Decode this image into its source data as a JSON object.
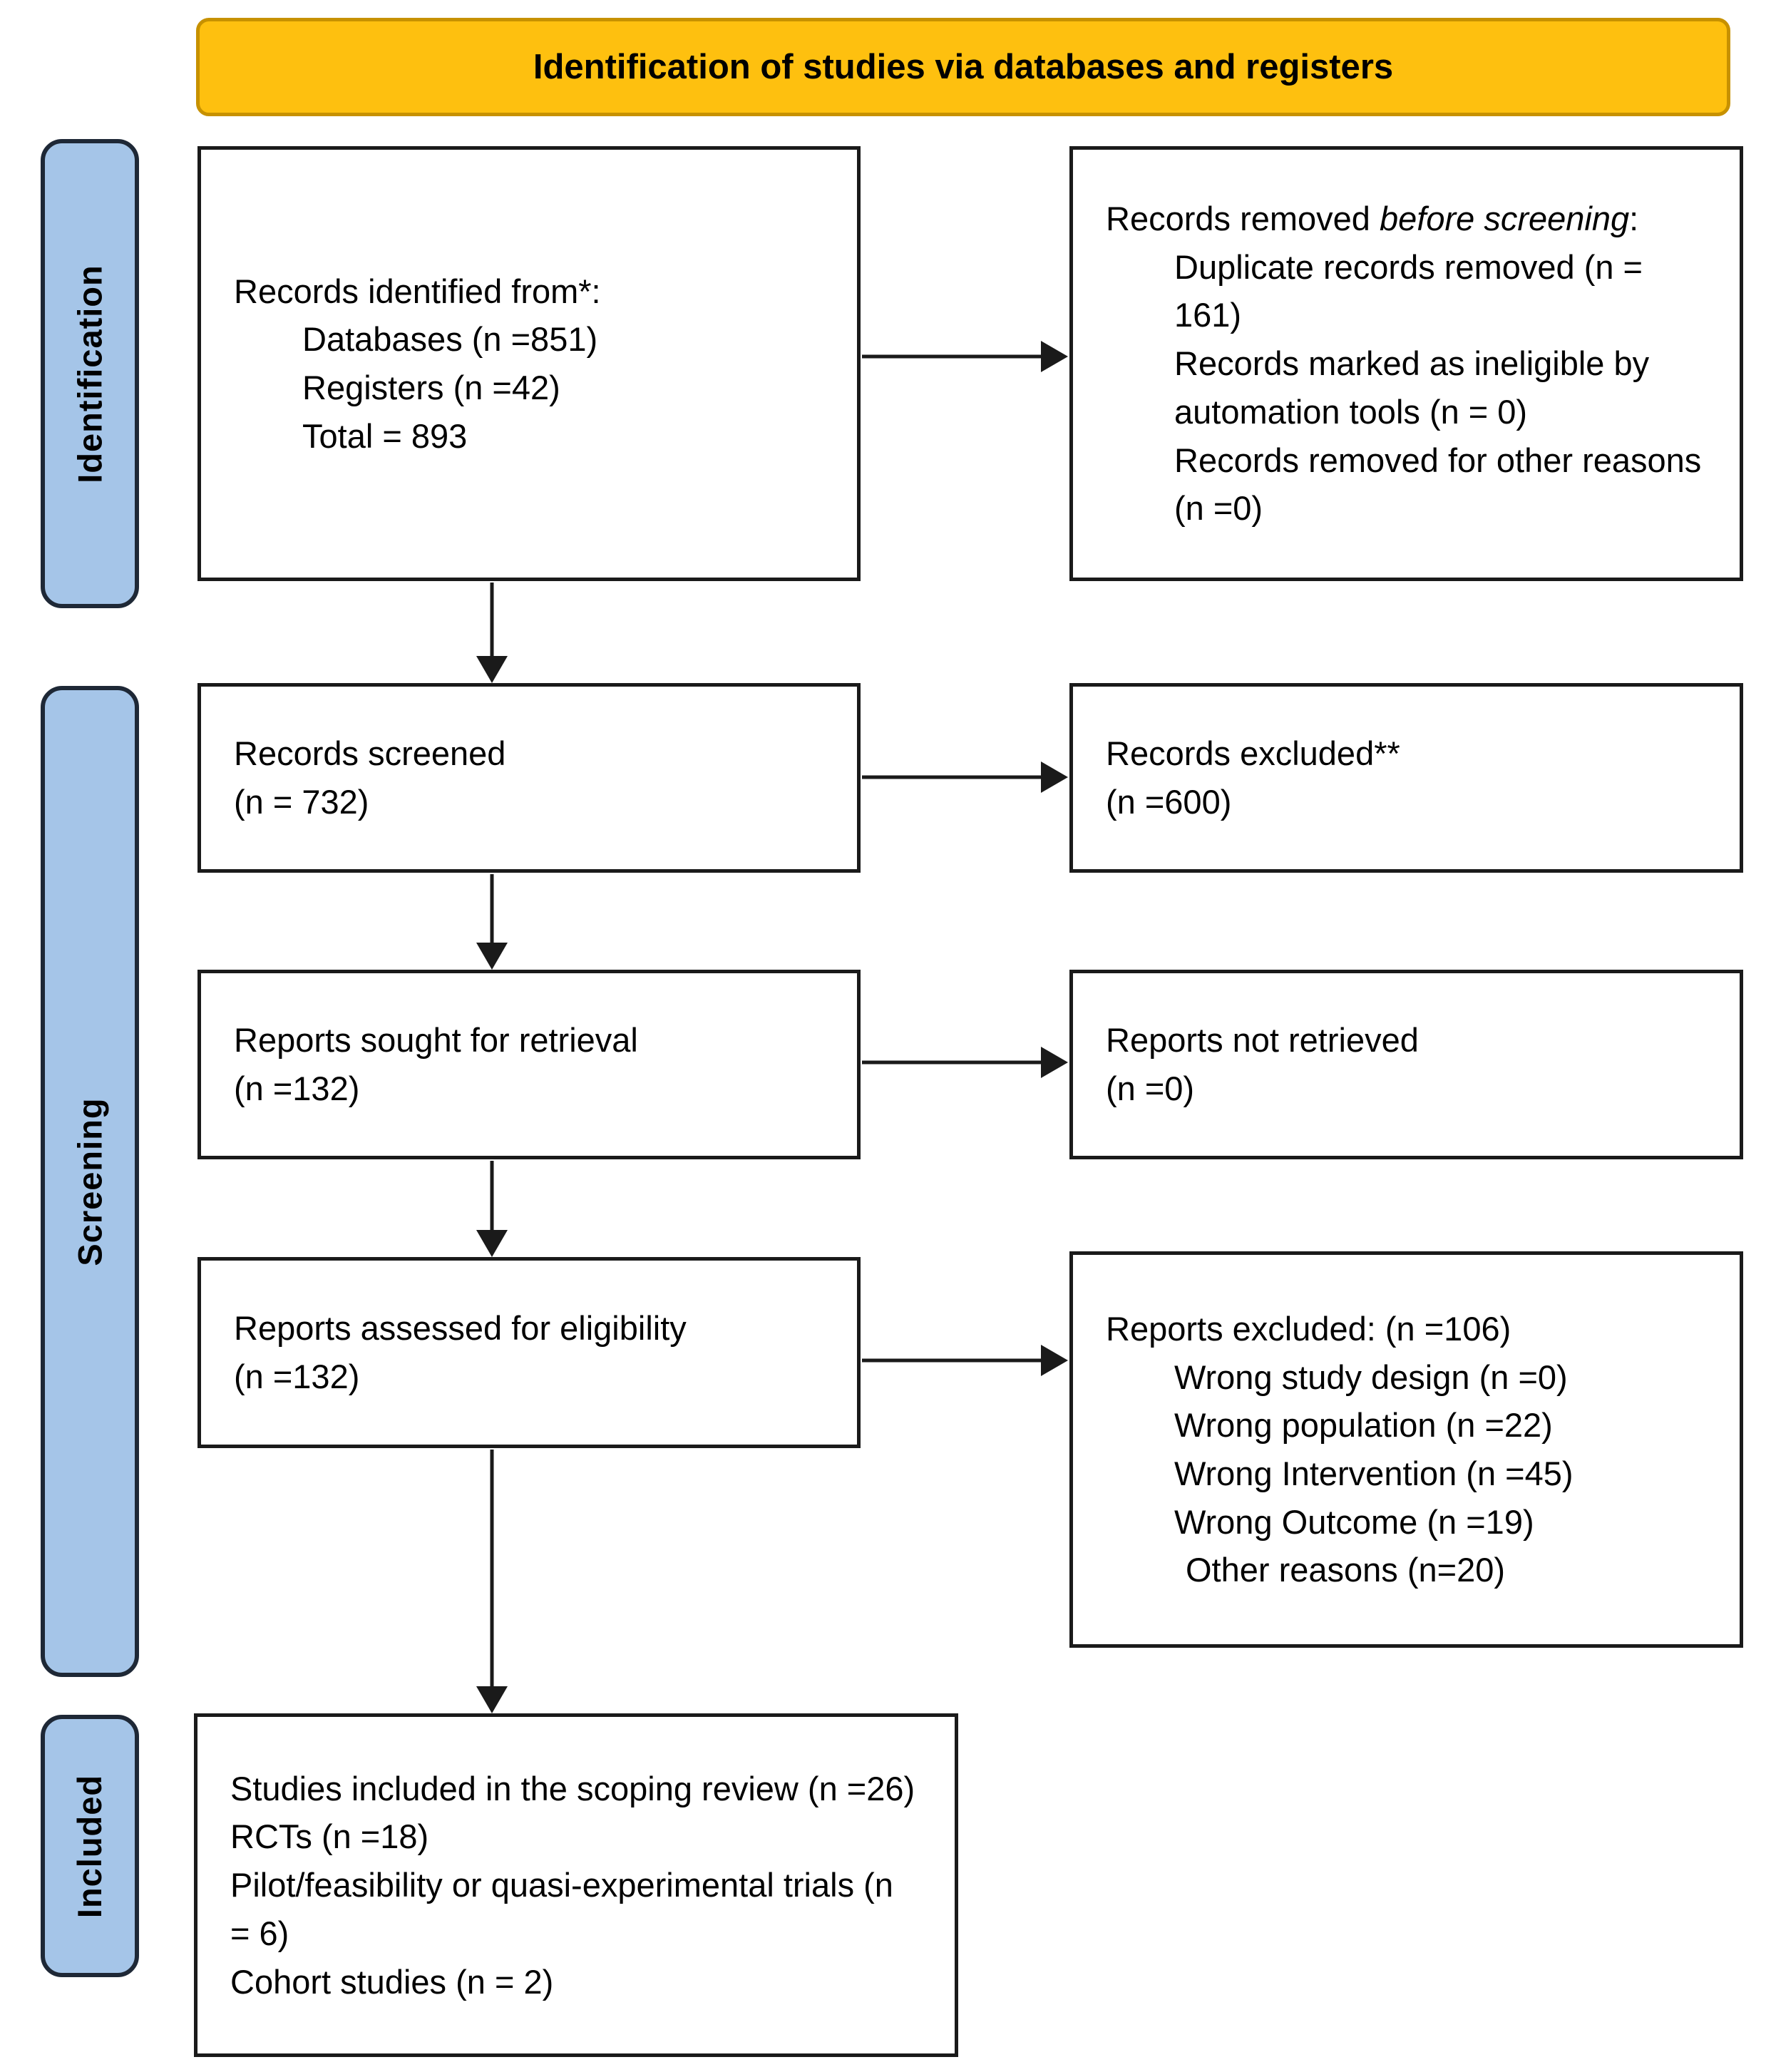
{
  "figure": {
    "title": "Identification of studies via databases and registers"
  },
  "colors": {
    "header_fill": "#FEC00F",
    "header_border": "#C79100",
    "stage_fill": "#A5C5E8",
    "stage_border": "#1E2836",
    "box_border": "#1A1A1A",
    "arrow": "#1A1A1A"
  },
  "stages": [
    {
      "label": "Identification"
    },
    {
      "label": "Screening"
    },
    {
      "label": "Included"
    }
  ],
  "boxes": {
    "records_identified": {
      "title": "Records identified from*:",
      "items": [
        "Databases (n =851)",
        "Registers (n =42)",
        "Total = 893"
      ]
    },
    "records_removed": {
      "lead": "Records removed ",
      "lead_italic": "before screening",
      "lead_suffix": ":",
      "items": [
        "Duplicate records removed (n = 161)",
        "Records marked as ineligible by automation tools (n = 0)",
        "Records removed for other reasons (n =0)"
      ]
    },
    "records_screened": {
      "line1": "Records screened",
      "line2": "(n = 732)"
    },
    "records_excluded": {
      "line1": "Records excluded**",
      "line2": "(n =600)"
    },
    "reports_sought": {
      "line1": "Reports sought for retrieval",
      "line2": "(n =132)"
    },
    "reports_not_retrieved": {
      "line1": "Reports not retrieved",
      "line2": "(n =0)"
    },
    "reports_assessed": {
      "line1": "Reports assessed for eligibility",
      "line2": "(n =132)"
    },
    "reports_excluded": {
      "title": "Reports excluded: (n =106)",
      "items": [
        "Wrong study design (n =0)",
        "Wrong population (n =22)",
        "Wrong Intervention (n =45)",
        "Wrong Outcome (n =19)",
        "Other reasons (n=20)"
      ]
    },
    "studies_included": {
      "lines": [
        "Studies included in the scoping review (n =26)",
        "RCTs (n =18)",
        "Pilot/feasibility or quasi-experimental trials (n = 6)",
        "Cohort studies (n = 2)"
      ]
    }
  }
}
